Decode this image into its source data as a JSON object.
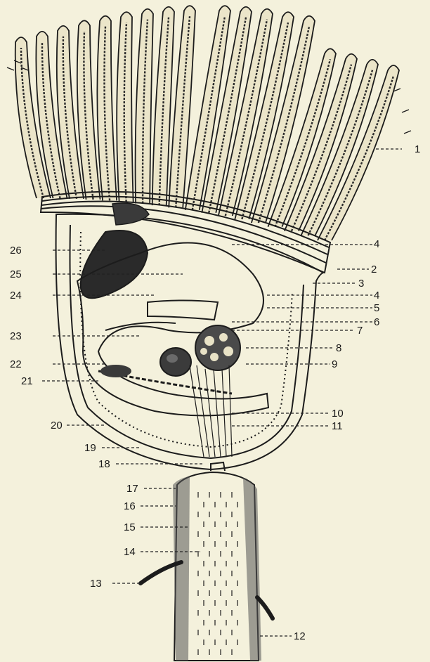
{
  "diagram": {
    "labels": {
      "l1": "1",
      "l2": "2",
      "l3": "3",
      "l4a": "4",
      "l4b": "4",
      "l5": "5",
      "l6": "6",
      "l7": "7",
      "l8": "8",
      "l9": "9",
      "l10": "10",
      "l11": "11",
      "l12": "12",
      "l13": "13",
      "l14": "14",
      "l15": "15",
      "l16": "16",
      "l17": "17",
      "l18": "18",
      "l19": "19",
      "l20": "20",
      "l21": "21",
      "l22": "22",
      "l23": "23",
      "l24": "24",
      "l25": "25",
      "l26": "26"
    }
  },
  "colors": {
    "paper": "#f4f1dc",
    "ink": "#1c1c1c"
  }
}
